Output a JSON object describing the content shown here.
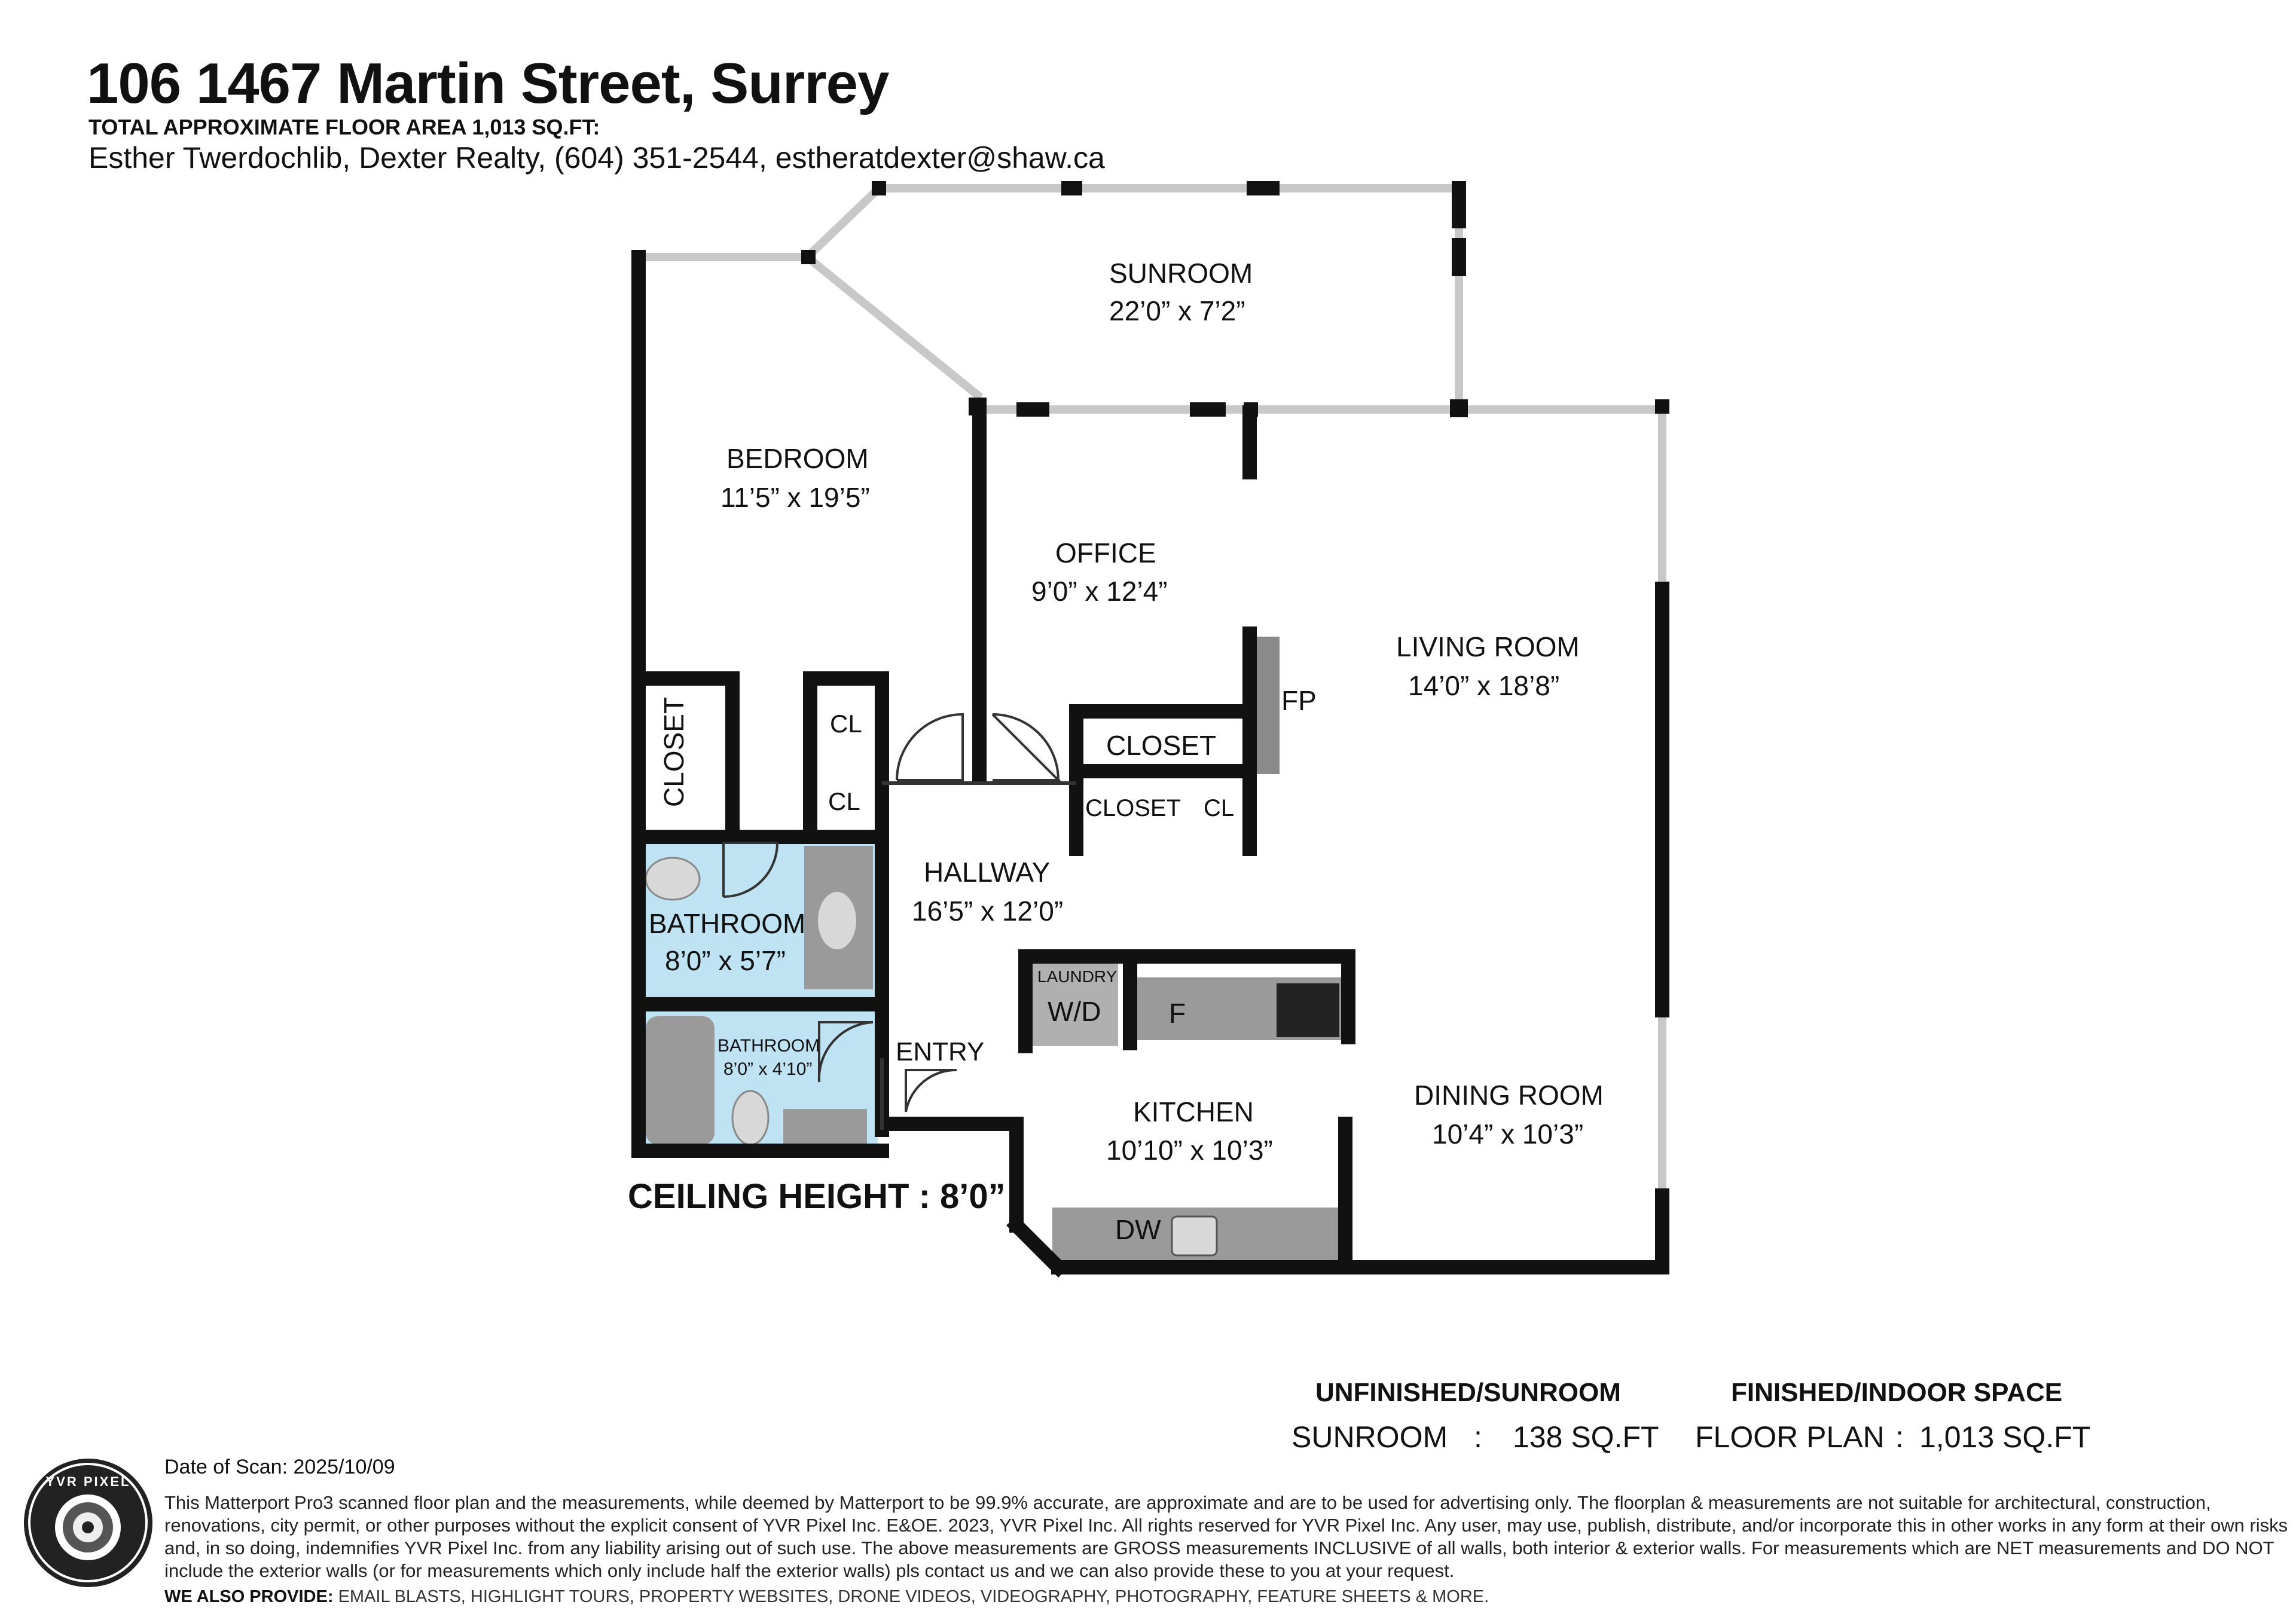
{
  "header": {
    "title": "106 1467 Martin Street, Surrey",
    "floor_area": "TOTAL APPROXIMATE FLOOR AREA 1,013 SQ.FT:",
    "agent": "Esther Twerdochlib, Dexter Realty, (604) 351-2544, estheratdexter@shaw.ca"
  },
  "rooms": {
    "sunroom": {
      "name": "SUNROOM",
      "dims": "22’0” x 7’2”"
    },
    "bedroom": {
      "name": "BEDROOM",
      "dims": "11’5” x 19’5”"
    },
    "office": {
      "name": "OFFICE",
      "dims": "9’0” x 12’4”"
    },
    "living": {
      "name": "LIVING ROOM",
      "dims": "14’0” x 18’8”"
    },
    "hallway": {
      "name": "HALLWAY",
      "dims": "16’5” x 12’0”"
    },
    "bath1": {
      "name": "BATHROOM",
      "dims": "8’0” x 5’7”"
    },
    "bath2": {
      "name": "BATHROOM",
      "dims": "8’0” x 4’10”"
    },
    "kitchen": {
      "name": "KITCHEN",
      "dims": "10’10” x 10’3”"
    },
    "dining": {
      "name": "DINING ROOM",
      "dims": "10’4” x 10’3”"
    },
    "entry": "ENTRY",
    "closet_bed": "CLOSET",
    "closet_office": "CLOSET",
    "closet_hall": "CLOSET",
    "cl1": "CL",
    "cl2": "CL",
    "cl3": "CL",
    "fp": "FP",
    "laundry": "LAUNDRY",
    "wd": "W/D",
    "fridge": "F",
    "dw": "DW"
  },
  "ceiling": "CEILING HEIGHT : 8’0”",
  "areas": {
    "unfinished_heading": "UNFINISHED/SUNROOM",
    "finished_heading": "FINISHED/INDOOR SPACE",
    "sunroom_label": "SUNROOM",
    "sunroom_sep": ":",
    "sunroom_value": "138 SQ.FT",
    "floorplan_label": "FLOOR PLAN",
    "floorplan_sep": ":",
    "floorplan_value": "1,013 SQ.FT"
  },
  "footer": {
    "date_of_scan": "Date of Scan: 2025/10/09",
    "disclaimer": "This Matterport Pro3 scanned floor plan and the measurements, while deemed by Matterport to be 99.9% accurate, are approximate and are to be used for advertising only. The floorplan & measurements are not suitable for architectural, construction, renovations, city permit, or other purposes without the explicit consent of YVR Pixel Inc. E&OE. 2023, YVR Pixel Inc. All rights reserved for YVR Pixel Inc. Any user, may use, publish, distribute, and/or incorporate this in other works in any form at their own risks and, in so doing, indemnifies YVR Pixel Inc. from any liability arising out of such use. The above measurements are GROSS measurements INCLUSIVE of all walls, both interior & exterior walls. For measurements which are NET measurements and DO NOT include the exterior walls (or for measurements which only include half the exterior walls) pls contact us and we can also provide these to you at your request.",
    "provide_label": "WE ALSO PROVIDE:",
    "provide_list": "EMAIL BLASTS, HIGHLIGHT TOURS, PROPERTY WEBSITES, DRONE VIDEOS, VIDEOGRAPHY, PHOTOGRAPHY, FEATURE SHEETS & MORE.",
    "logo_text": "YVR PIXEL"
  },
  "colors": {
    "wall": "#111111",
    "bathroom_fill": "#bfe3f3",
    "fixture_fill": "#8a8a8a",
    "window": "#c8c8c8"
  }
}
